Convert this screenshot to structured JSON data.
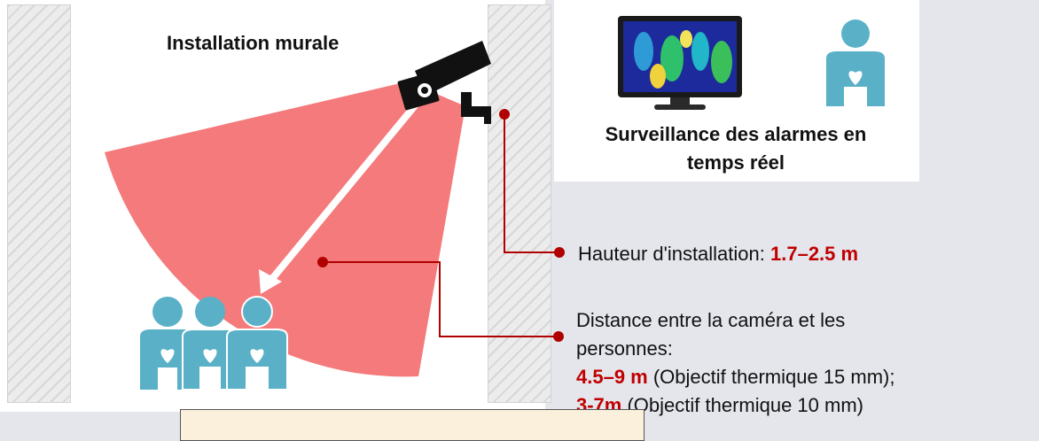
{
  "left_panel": {
    "title": "Installation murale"
  },
  "right_panel": {
    "title_line1": "Surveillance des alarmes en",
    "title_line2": "temps réel"
  },
  "annotations": {
    "height_label": "Hauteur d'installation: ",
    "height_value": "1.7–2.5 m",
    "distance_line1": "Distance entre la caméra et les",
    "distance_line2": "personnes:",
    "lens15_value": "4.5–9 m",
    "lens15_text": " (Objectif thermique 15 mm);",
    "lens10_value": "3-7m",
    "lens10_text": " (Objectif thermique 10 mm)"
  },
  "colors": {
    "fov": "#f47a7b",
    "person": "#5ab1c7",
    "accent": "#c00000",
    "leader": "#b00000"
  },
  "icons": [
    "camera-icon",
    "thermal-monitor-icon",
    "person-icon",
    "people-group-icon"
  ]
}
